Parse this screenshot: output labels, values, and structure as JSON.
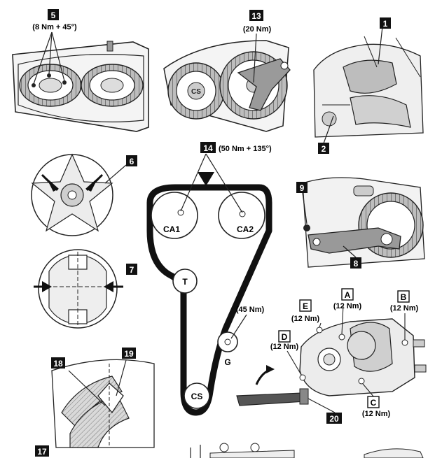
{
  "badges": {
    "b1": "1",
    "b2": "2",
    "b5": "5",
    "b6": "6",
    "b7": "7",
    "b8": "8",
    "b9": "9",
    "b13": "13",
    "b14": "14",
    "b17": "17",
    "b18": "18",
    "b19": "19",
    "b20": "20"
  },
  "letter_badges": {
    "A": "A",
    "B": "B",
    "C": "C",
    "D": "D",
    "E": "E"
  },
  "torques": {
    "t5": "(8 Nm + 45°)",
    "t13": "(20 Nm)",
    "t14": "(50 Nm + 135°)",
    "tG": "(45 Nm)",
    "tA": "(12 Nm)",
    "tB": "(12 Nm)",
    "tC": "(12 Nm)",
    "tD": "(12 Nm)",
    "tE": "(12 Nm)"
  },
  "pulleys": {
    "ca1": "CA1",
    "ca2": "CA2",
    "t": "T",
    "g": "G",
    "cs": "CS"
  }
}
